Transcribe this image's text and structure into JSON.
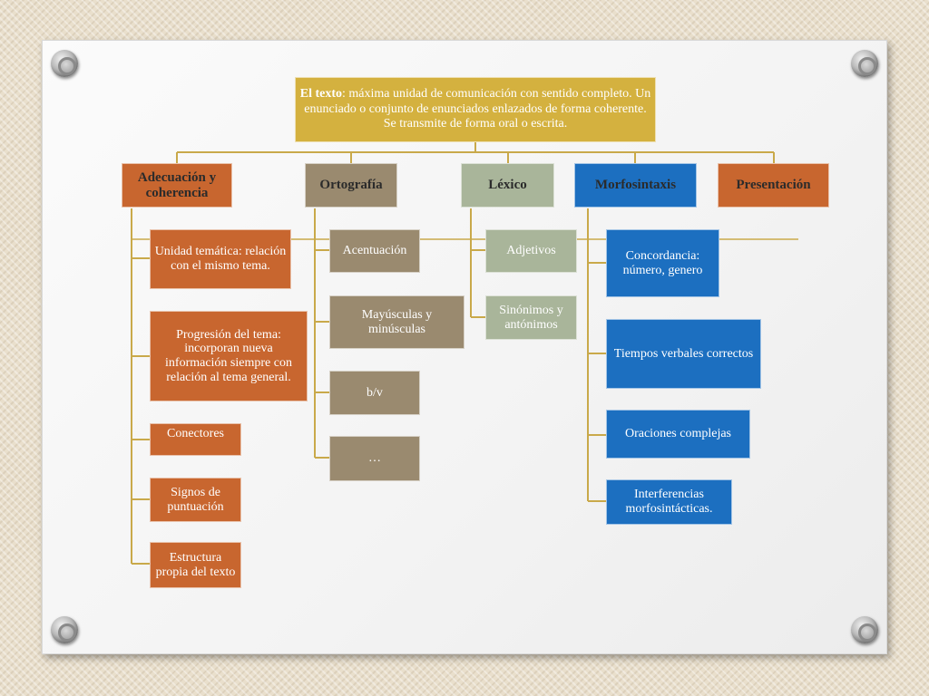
{
  "root": {
    "bold": "El texto",
    "rest": ": máxima unidad de comunicación con sentido completo. Un enunciado o conjunto de enunciados enlazados de forma coherente. Se transmite de forma oral o escrita."
  },
  "categories": [
    {
      "label": "Adecuación y coherencia"
    },
    {
      "label": "Ortografía"
    },
    {
      "label": "Léxico"
    },
    {
      "label": "Morfosintaxis"
    },
    {
      "label": "Presentación"
    }
  ],
  "adecuacion": [
    "Unidad temática: relación con el mismo tema.",
    "Progresión del tema: incorporan nueva información siempre con relación al tema general.",
    "Conectores",
    "Signos de puntuación",
    "Estructura propia del texto"
  ],
  "ortografia": [
    "Acentuación",
    "Mayúsculas y minúsculas",
    "b/v",
    "…"
  ],
  "lexico": [
    "Adjetivos",
    "Sinónimos y antónimos"
  ],
  "morfosintaxis": [
    "Concordancia: número, genero",
    "Tiempos verbales correctos",
    "Oraciones complejas",
    "Interferencias morfosintácticas."
  ],
  "colors": {
    "root": "#d4b13f",
    "adecuacion": "#c8662f",
    "ortografia": "#9a8a6f",
    "lexico": "#a9b59a",
    "morfosintaxis": "#1c6fc0",
    "presentacion": "#c8662f",
    "connector": "#c9a94a"
  }
}
